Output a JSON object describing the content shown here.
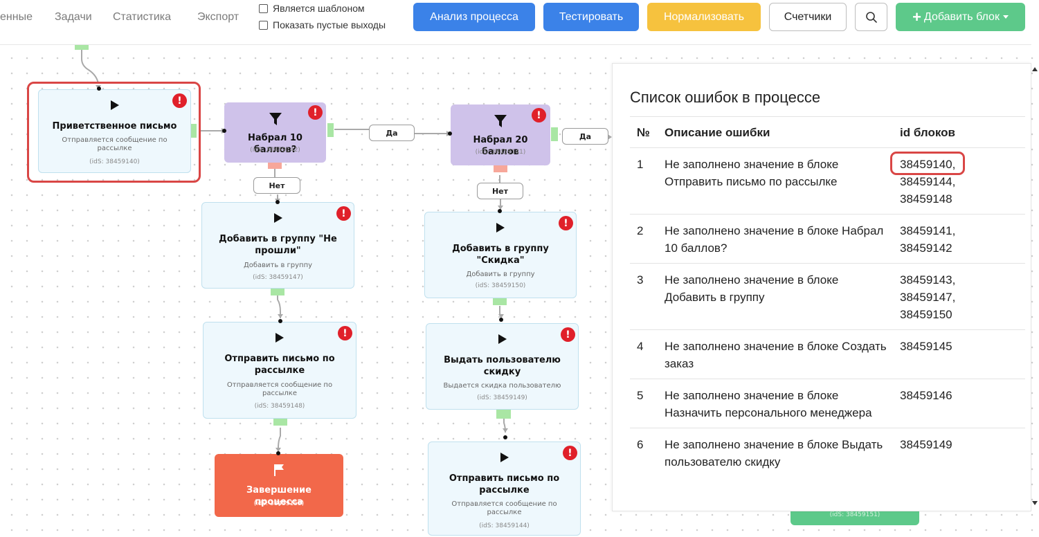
{
  "nav": {
    "items": [
      "енные",
      "Задачи",
      "Статистика",
      "Экспорт"
    ]
  },
  "checkboxes": {
    "template_label": "Является шаблоном",
    "empty_outputs_label": "Показать пустые выходы"
  },
  "toolbar": {
    "analyze_label": "Анализ процесса",
    "test_label": "Тестировать",
    "normalize_label": "Нормализовать",
    "counters_label": "Счетчики",
    "add_block_label": "Добавить блок"
  },
  "colors": {
    "accent_blue": "#3b82e8",
    "warning_yellow": "#f6c23e",
    "success_green": "#5dc98a",
    "error_red": "#e0202a",
    "end_block": "#f2684a",
    "filter_block": "#cfc2ea"
  },
  "blocks": {
    "welcome": {
      "title": "Приветственное письмо",
      "desc": "Отправляется сообщение по рассылке",
      "ids": "(idS: 38459140)"
    },
    "filter10": {
      "title": "Набрал 10 баллов?",
      "ids": "(idS: 38459142)"
    },
    "filter20": {
      "title": "Набрал 20 баллов",
      "ids": "(idS: 38459141)"
    },
    "group_fail": {
      "title": "Добавить в группу \"Не прошли\"",
      "desc": "Добавить в группу",
      "ids": "(idS: 38459147)"
    },
    "send_left": {
      "title": "Отправить письмо по рассылке",
      "desc": "Отправляется сообщение по рассылке",
      "ids": "(idS: 38459148)"
    },
    "end": {
      "title": "Завершение процесса",
      "ids": "(idS: 38459153)"
    },
    "group_discount": {
      "title": "Добавить в группу \"Скидка\"",
      "desc": "Добавить в группу",
      "ids": "(idS: 38459150)"
    },
    "give_discount": {
      "title": "Выдать пользователю скидку",
      "desc": "Выдается скидка пользователю",
      "ids": "(idS: 38459149)"
    },
    "send_right": {
      "title": "Отправить письмо по рассылке",
      "desc": "Отправляется сообщение по рассылке",
      "ids": "(idS: 38459144)"
    },
    "hidden_green": {
      "ids": "(idS: 38459151)"
    }
  },
  "edges": {
    "yes_label": "Да",
    "no_label": "Нет"
  },
  "error_panel": {
    "title": "Список ошибок в процессе",
    "columns": [
      "№",
      "Описание ошибки",
      "id блоков"
    ],
    "rows": [
      {
        "n": "1",
        "desc": "Не заполнено значение в блоке Отправить письмо по рассылке",
        "ids": [
          "38459140,",
          "38459144,",
          "38459148"
        ]
      },
      {
        "n": "2",
        "desc": "Не заполнено значение в блоке Набрал 10 баллов?",
        "ids": [
          "38459141,",
          "38459142"
        ]
      },
      {
        "n": "3",
        "desc": "Не заполнено значение в блоке Добавить в группу",
        "ids": [
          "38459143,",
          "38459147,",
          "38459150"
        ]
      },
      {
        "n": "4",
        "desc": "Не заполнено значение в блоке Создать заказ",
        "ids": [
          "38459145"
        ]
      },
      {
        "n": "5",
        "desc": "Не заполнено значение в блоке Назначить персонального менеджера",
        "ids": [
          "38459146"
        ]
      },
      {
        "n": "6",
        "desc": "Не заполнено значение в блоке Выдать пользователю скидку",
        "ids": [
          "38459149"
        ]
      }
    ]
  }
}
